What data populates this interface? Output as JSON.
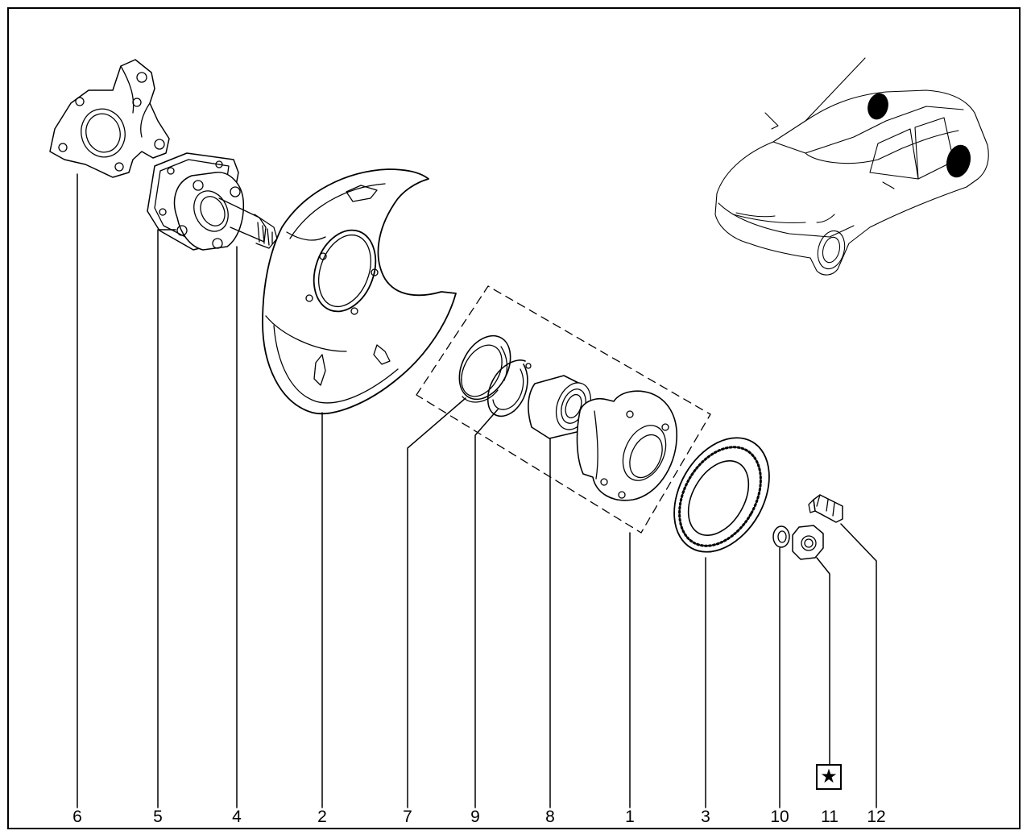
{
  "callouts": [
    {
      "id": "part-6",
      "label": "6"
    },
    {
      "id": "part-5",
      "label": "5"
    },
    {
      "id": "part-4",
      "label": "4"
    },
    {
      "id": "part-2",
      "label": "2"
    },
    {
      "id": "part-7",
      "label": "7"
    },
    {
      "id": "part-9",
      "label": "9"
    },
    {
      "id": "part-8",
      "label": "8"
    },
    {
      "id": "part-1",
      "label": "1"
    },
    {
      "id": "part-3",
      "label": "3"
    },
    {
      "id": "part-10",
      "label": "10"
    },
    {
      "id": "part-11",
      "label": "11"
    },
    {
      "id": "part-12",
      "label": "12"
    }
  ],
  "marker": {
    "symbol": "★",
    "icon": "star-icon"
  }
}
